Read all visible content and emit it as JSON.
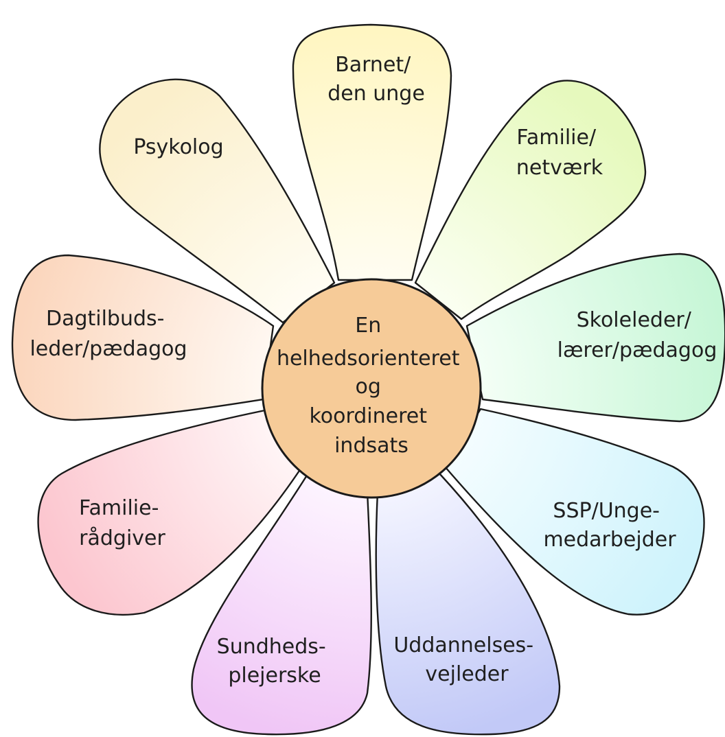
{
  "center": {
    "lines": [
      "En",
      "helhedsorienteret",
      "og",
      "koordineret",
      "indsats"
    ],
    "fill": "#f6cb98"
  },
  "petals": [
    {
      "id": "barnet",
      "lines": [
        "Barnet/",
        "den unge"
      ],
      "tip": "#fff6c2",
      "base": "#fffdf2"
    },
    {
      "id": "familie",
      "lines": [
        "Familie/",
        "netværk"
      ],
      "tip": "#e6f9bd",
      "base": "#fbfff2"
    },
    {
      "id": "skoleleder",
      "lines": [
        "Skoleleder/",
        "lærer/pædagog"
      ],
      "tip": "#c6f6d6",
      "base": "#f4fff6"
    },
    {
      "id": "ssp",
      "lines": [
        "SSP/Unge-",
        "medarbejder"
      ],
      "tip": "#cff3fc",
      "base": "#f4fdff"
    },
    {
      "id": "uddannelse",
      "lines": [
        "Uddannelses-",
        "vejleder"
      ],
      "tip": "#c2c9f7",
      "base": "#f3f4ff"
    },
    {
      "id": "sundhed",
      "lines": [
        "Sundheds-",
        "plejerske"
      ],
      "tip": "#f0c6f6",
      "base": "#fdf4ff"
    },
    {
      "id": "familieraad",
      "lines": [
        "Familie-",
        "rådgiver"
      ],
      "tip": "#fcc6cf",
      "base": "#fff5f6"
    },
    {
      "id": "dagtilbud",
      "lines": [
        "Dagtilbuds-",
        "leder/pædagog"
      ],
      "tip": "#fbd6bd",
      "base": "#fff8f2"
    },
    {
      "id": "psykolog",
      "lines": [
        "Psykolog"
      ],
      "tip": "#fbefcb",
      "base": "#fffdf4"
    }
  ]
}
